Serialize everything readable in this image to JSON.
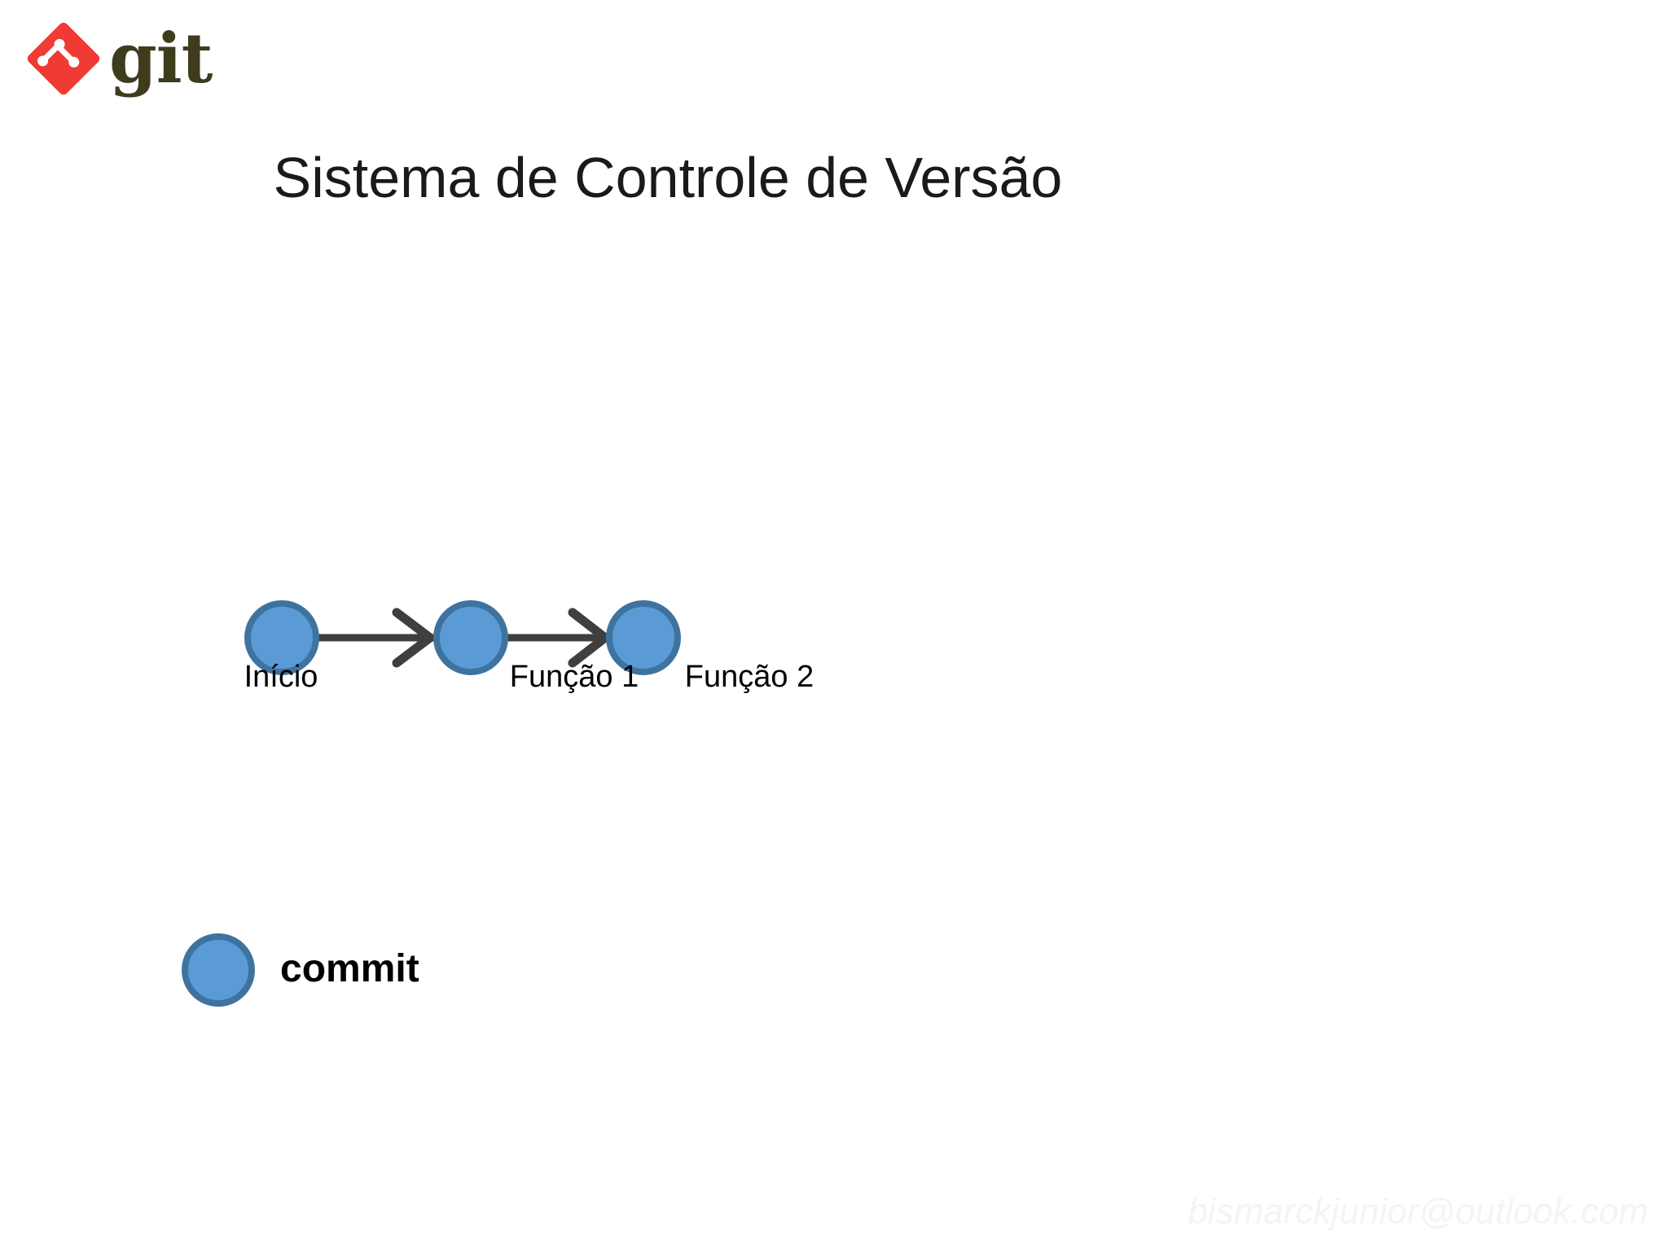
{
  "slide": {
    "background_color": "#ffffff",
    "title": "Sistema de Controle de Versão"
  },
  "brand": {
    "name": "git",
    "wordmark": "git",
    "logo_color": "#ef3b33",
    "wordmark_color": "#3f3c1e",
    "glyph_color": "#ffffff"
  },
  "diagram": {
    "type": "commit-graph",
    "node_fill": "#5b9bd5",
    "node_stroke": "#3f739f",
    "arrow_color": "#3f3f3f",
    "nodes": [
      {
        "id": "inicio",
        "label": "Início"
      },
      {
        "id": "funcao-1",
        "label": "Função 1"
      },
      {
        "id": "funcao-2",
        "label": "Função 2"
      }
    ],
    "edges": [
      {
        "from": "inicio",
        "to": "funcao-1"
      },
      {
        "from": "funcao-1",
        "to": "funcao-2"
      }
    ]
  },
  "legend": {
    "items": [
      {
        "label": "commit",
        "color": "#5b9bd5",
        "stroke": "#3f739f"
      }
    ]
  },
  "footer": {
    "watermark": "bismarckjunior@outlook.com",
    "watermark_color": "#f4f4f6"
  }
}
